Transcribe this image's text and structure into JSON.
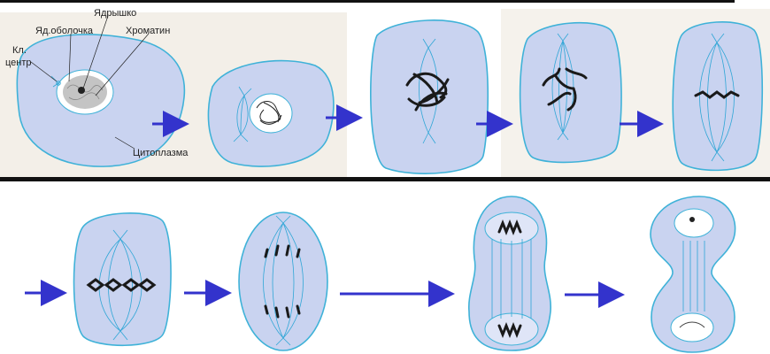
{
  "labels": {
    "nucleolus": "Ядрышко",
    "nuclear_envelope": "Яд.оболочка",
    "chromatin": "Хроматин",
    "centriole_line1": "Кл.",
    "centriole_line2": "центр",
    "cytoplasm": "Цитоплазма"
  },
  "colors": {
    "cell_fill": "#c9d3f0",
    "cell_outline": "#3fb2d8",
    "spindle": "#2fa6d6",
    "arrow": "#3333cc",
    "chromosome": "#1a1a1a",
    "divider": "#111111",
    "photo_background": "#f3efe8"
  },
  "stages": [
    {
      "id": "interphase",
      "row": 1,
      "icon": "cell-interphase"
    },
    {
      "id": "early-prophase",
      "row": 1,
      "icon": "cell-early-prophase"
    },
    {
      "id": "prophase",
      "row": 1,
      "icon": "cell-prophase"
    },
    {
      "id": "prometaphase",
      "row": 1,
      "icon": "cell-prometaphase"
    },
    {
      "id": "metaphase",
      "row": 1,
      "icon": "cell-metaphase"
    },
    {
      "id": "late-metaphase",
      "row": 2,
      "icon": "cell-late-metaphase"
    },
    {
      "id": "anaphase",
      "row": 2,
      "icon": "cell-anaphase"
    },
    {
      "id": "telophase",
      "row": 2,
      "icon": "cell-telophase"
    },
    {
      "id": "cytokinesis",
      "row": 2,
      "icon": "cell-cytokinesis"
    }
  ]
}
